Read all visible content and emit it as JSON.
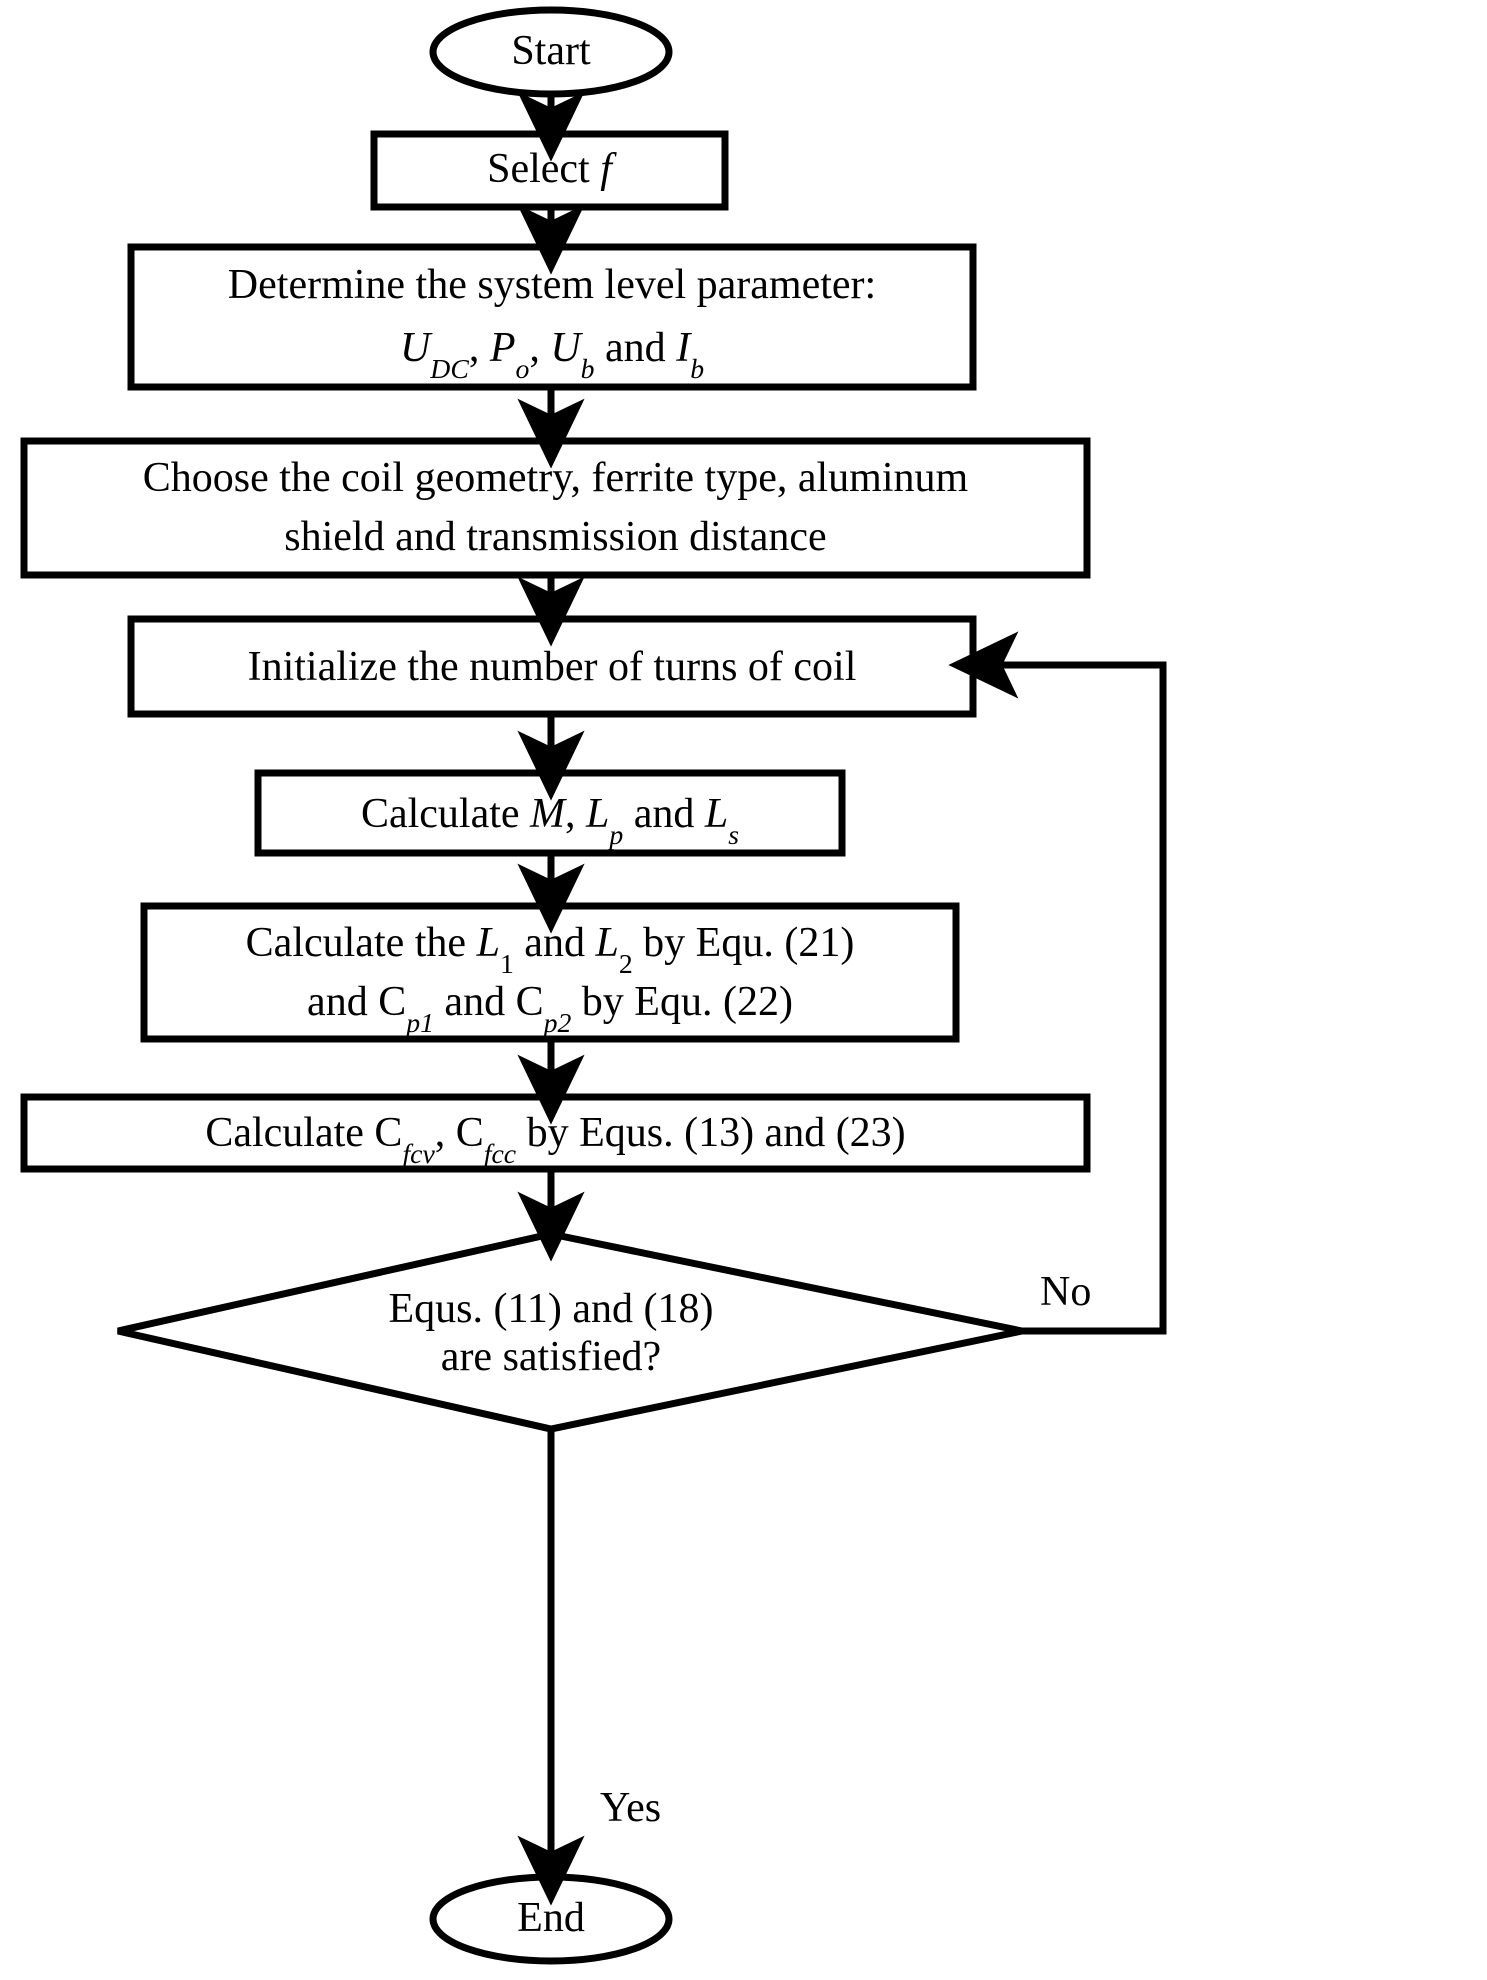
{
  "diagram": {
    "type": "flowchart",
    "title": "Design procedure flowchart",
    "colors": {
      "stroke": "#000000",
      "fill": "#ffffff",
      "text": "#000000"
    },
    "nodes": {
      "start": {
        "shape": "ellipse",
        "label": "Start"
      },
      "select_f": {
        "shape": "process",
        "label_prefix": "Select ",
        "label_var": "f"
      },
      "determine": {
        "shape": "process",
        "line1": "Determine the system level parameter:",
        "l2_v1": "U",
        "l2_v1_sub": "DC",
        "l2_sep1": ", ",
        "l2_v2": "P",
        "l2_v2_sub": "o",
        "l2_sep2": ", ",
        "l2_v3": "U",
        "l2_v3_sub": "b",
        "l2_and": " and ",
        "l2_v4": "I",
        "l2_v4_sub": "b"
      },
      "choose": {
        "shape": "process",
        "line1": "Choose the coil geometry, ferrite type, aluminum",
        "line2": "shield and transmission distance"
      },
      "initialize": {
        "shape": "process",
        "label": "Initialize the number of turns of coil"
      },
      "calc_m": {
        "shape": "process",
        "pre": "Calculate ",
        "v1": "M",
        "sep1": ", ",
        "v2": "L",
        "v2_sub": "p",
        "mid": " and ",
        "v3": "L",
        "v3_sub": "s"
      },
      "calc_l": {
        "shape": "process",
        "l1_pre": "Calculate the ",
        "l1_v1": "L",
        "l1_v1_sub": "1",
        "l1_mid": " and ",
        "l1_v2": "L",
        "l1_v2_sub": "2",
        "l1_post": " by Equ. (21)",
        "l2_pre": "and C",
        "l2_v1_sub": "p1",
        "l2_mid": " and C",
        "l2_v2_sub": "p2",
        "l2_post": " by Equ. (22)"
      },
      "calc_c": {
        "shape": "process",
        "pre": "Calculate C",
        "v1_sub": "fcv",
        "sep": ",  ",
        "mid": "C",
        "v2_sub": "fcc",
        "post": " by Equs. (13) and (23)"
      },
      "decision": {
        "shape": "diamond",
        "line1": "Equs. (11) and (18)",
        "line2": "are satisfied?"
      },
      "end": {
        "shape": "ellipse",
        "label": "End"
      }
    },
    "edge_labels": {
      "no": "No",
      "yes": "Yes"
    }
  }
}
